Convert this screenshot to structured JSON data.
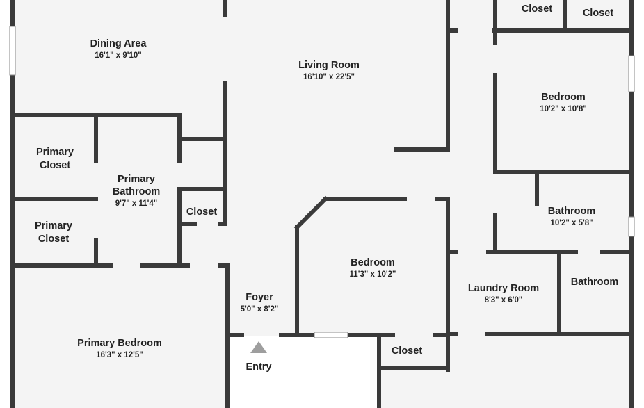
{
  "colors": {
    "wall": "#3a3a3a",
    "floor": "#f4f4f4",
    "exterior": "#ffffff",
    "opening": "#ffffff",
    "entry_marker": "#9e9e9e"
  },
  "rooms": {
    "dining_area": {
      "name": "Dining Area",
      "dims": "16'1\" x 9'10\""
    },
    "living_room": {
      "name": "Living Room",
      "dims": "16'10\" x 22'5\""
    },
    "closet_top_1": {
      "name": "Closet"
    },
    "closet_top_2": {
      "name": "Closet"
    },
    "bedroom_upper": {
      "name": "Bedroom",
      "dims": "10'2\" x 10'8\""
    },
    "primary_closet_1": {
      "line1": "Primary",
      "line2": "Closet"
    },
    "primary_closet_2": {
      "line1": "Primary",
      "line2": "Closet"
    },
    "primary_bathroom": {
      "line1": "Primary",
      "line2": "Bathroom",
      "dims": "9'7\" x 11'4\""
    },
    "closet_mid": {
      "name": "Closet"
    },
    "bathroom_right": {
      "name": "Bathroom",
      "dims": "10'2\" x 5'8\""
    },
    "bedroom_middle": {
      "name": "Bedroom",
      "dims": "11'3\" x 10'2\""
    },
    "laundry_room": {
      "name": "Laundry Room",
      "dims": "8'3\" x 6'0\""
    },
    "bathroom_small": {
      "name": "Bathroom"
    },
    "foyer": {
      "name": "Foyer",
      "dims": "5'0\" x 8'2\""
    },
    "entry": {
      "name": "Entry"
    },
    "closet_bottom": {
      "name": "Closet"
    },
    "primary_bedroom": {
      "name": "Primary Bedroom",
      "dims": "16'3\" x 12'5\""
    }
  }
}
